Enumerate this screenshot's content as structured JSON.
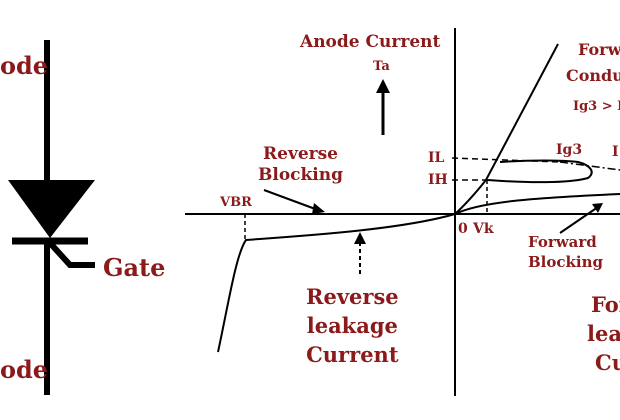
{
  "colors": {
    "label": "#8b1a1a",
    "line": "#000000",
    "background": "#ffffff"
  },
  "symbol": {
    "anode_label": "ode",
    "cathode_label": "ode",
    "gate_label": "Gate"
  },
  "axes": {
    "y_title": "Anode Current",
    "y_symbol": "Ta",
    "origin_label": "0",
    "vk_label": "Vk",
    "vbr_label": "VBR",
    "il_label": "IL",
    "ih_label": "IH"
  },
  "regions": {
    "reverse_blocking": [
      "Reverse",
      "Blocking"
    ],
    "reverse_leakage": [
      "Reverse",
      "leakage",
      "Current"
    ],
    "forward_conduction": [
      "Forw",
      "Condu",
      "Ig3 > I"
    ],
    "forward_blocking": [
      "Forward",
      "Blocking"
    ],
    "forward_leakage": [
      "For",
      "lea",
      "Cu"
    ]
  },
  "curves": {
    "ig3_label": "Ig3",
    "next_label": "I"
  }
}
